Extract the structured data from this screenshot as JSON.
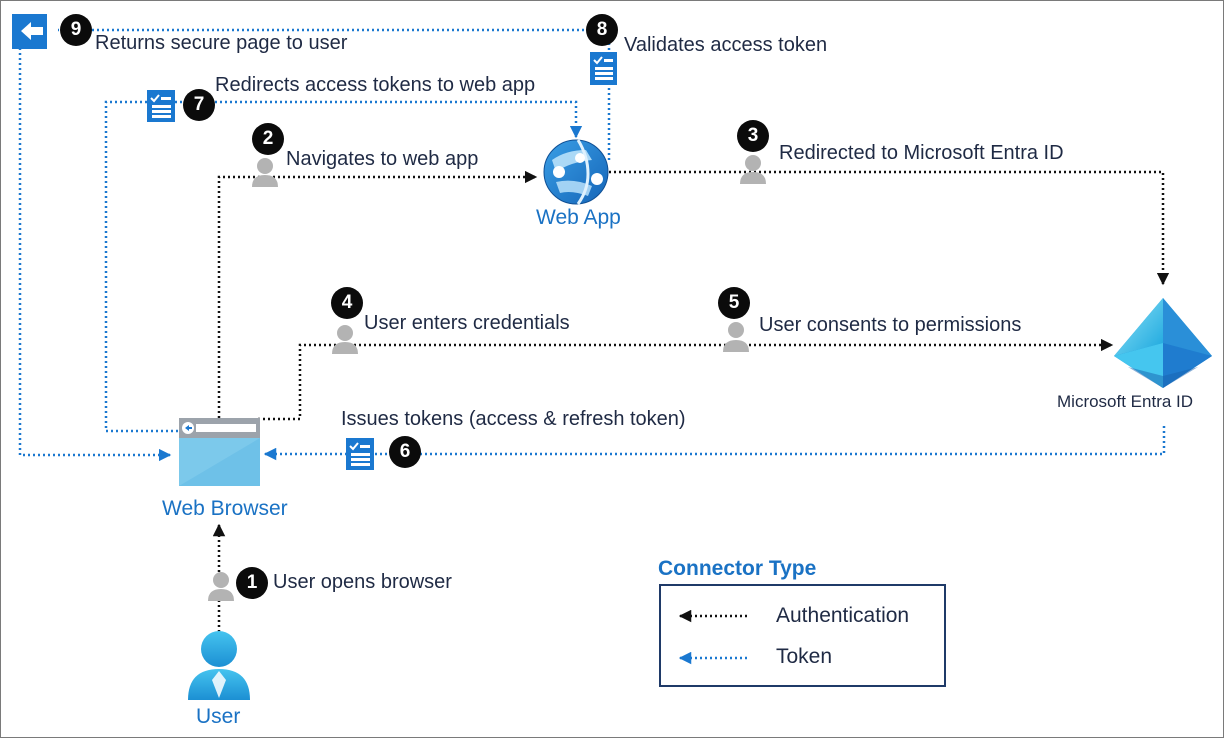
{
  "nodes": {
    "web_app": "Web App",
    "web_browser": "Web Browser",
    "entra": "Microsoft Entra ID",
    "user": "User"
  },
  "steps": [
    {
      "number": "1",
      "label": "User opens browser"
    },
    {
      "number": "2",
      "label": "Navigates to web app"
    },
    {
      "number": "3",
      "label": "Redirected to Microsoft Entra ID"
    },
    {
      "number": "4",
      "label": "User enters credentials"
    },
    {
      "number": "5",
      "label": "User consents to permissions"
    },
    {
      "number": "6",
      "label": "Issues tokens (access & refresh token)"
    },
    {
      "number": "7",
      "label": "Redirects access tokens to web app"
    },
    {
      "number": "8",
      "label": "Validates access token"
    },
    {
      "number": "9",
      "label": "Returns secure page to user"
    }
  ],
  "legend": {
    "title": "Connector Type",
    "authentication": "Authentication",
    "token": "Token"
  },
  "colors": {
    "authentication_line": "#111111",
    "token_line": "#1a78d0",
    "accent_text": "#1a72c4",
    "badge": "#0b0b0b"
  },
  "icons": {
    "web_app": "azure-app-service-icon",
    "web_browser": "browser-window-icon",
    "entra": "entra-pyramid-icon",
    "user": "user-person-icon",
    "step_person": "person-glyph-icon",
    "token": "token-document-icon",
    "return": "return-arrow-icon"
  }
}
